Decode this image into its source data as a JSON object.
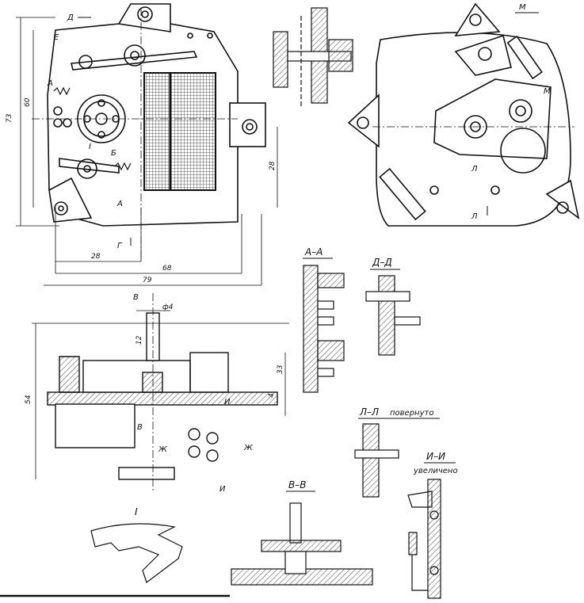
{
  "labels": {
    "section_A": "А–А",
    "section_D": "Д–Д",
    "section_L": "Л–Л",
    "section_L_note": "повернуто",
    "section_I": "И–И",
    "section_I_note": "увеличено",
    "section_V": "В–В",
    "detail_I": "I"
  },
  "dimensions": {
    "d73": "73",
    "d60": "60",
    "d28v": "28",
    "d28h": "28",
    "d68": "68",
    "d79": "79",
    "d54": "54",
    "d12": "12",
    "d33": "33",
    "d4": "4",
    "dphi4": "ф4"
  },
  "markers": {
    "A": "А",
    "B": "Б",
    "V": "В",
    "G": "Г",
    "D": "Д",
    "E": "Е",
    "Zh": "Ж",
    "I": "И",
    "L": "Л",
    "M": "М",
    "roman1": "I"
  },
  "colors": {
    "ink": "#111111",
    "hatch": "#444444",
    "paper": "#ffffff"
  }
}
